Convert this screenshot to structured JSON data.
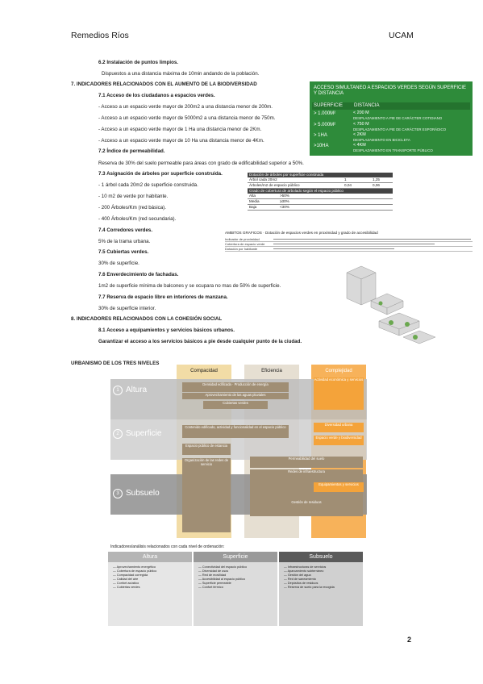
{
  "header": {
    "author": "Remedios Ríos",
    "org": "UCAM"
  },
  "body": {
    "l1": "6.2 Instalación de puntos limpios.",
    "l2": "Dispuestos a una distancia máxima de 10min andando de la población.",
    "l3": "7. INDICADORES RELACIONADOS CON EL AUMENTO DE LA BIODIVERSIDAD",
    "l4": "7.1 Acceso de los ciudadanos a espacios verdes.",
    "l5": "- Acceso a un espacio verde mayor de 200m2 a una distancia menor de 200m.",
    "l6": "- Acceso a un espacio verde mayor de 5000m2 a una distancia menor de 750m.",
    "l7": "- Acceso a un espacio verde mayor de 1 Ha una distancia menor de 2Km.",
    "l8": "- Acceso a un espacio verde mayor de 10 Ha una distancia menor de 4Km.",
    "l9": "7.2 Índice de permeabilidad.",
    "l10": "Reserva de 30% del suelo permeable para áreas con grado de edificabilidad superior a 50%.",
    "l11": "7.3 Asignación de árboles por superficie construida.",
    "l12": "- 1 árbol cada 20m2 de superficie construida.",
    "l13": "- 10 m2 de verde por habitante.",
    "l14": "- 200 Árboles/Km (red básica).",
    "l15": "- 400 Árboles/Km (red secundaria).",
    "l16": "7.4 Corredores verdes.",
    "l17": "5% de la trama urbana.",
    "l18": "7.5 Cubiertas verdes.",
    "l19": "30% de superficie.",
    "l20": "7.6 Enverdecimiento de fachadas.",
    "l21": "1m2 de superficie mínima de balcones y se ocupara no mas de 50% de superficie.",
    "l22": "7.7 Reserva de espacio libre en interiores de manzana.",
    "l23": "30% de superficie interior.",
    "l24": "8. INDICADORES RELACIONADOS CON LA COHESIÓN SOCIAL",
    "l25": "8.1 Acceso a equipamientos y servicios básicos urbanos.",
    "l26": "Garantizar el acceso a los servicios básicos a pie desde cualquier punto de la ciudad.",
    "l27": "URBANISMO DE LOS TRES NIVELES"
  },
  "green_table": {
    "title": "ACCESO SIMULTANEO A ESPACIOS VERDES SEGÚN SUPERFICIE Y DISTANCIA",
    "col1": "SUPERFICIE",
    "col2": "DISTANCIA",
    "rows": [
      {
        "a": "> 1.000M²",
        "d": "< 200 M",
        "e": "DESPLAZAMIENTO A PIE DE CARÁCTER COTIDIANO"
      },
      {
        "a": "> 5.000M²",
        "d": "< 750 M",
        "e": "DESPLAZAMIENTO A PIE DE CARÁCTER ESPORÁDICO"
      },
      {
        "a": "> 1HA",
        "d": "< 2KM",
        "e": "DESPLAZAMIENTO EN BICICLETA"
      },
      {
        "a": ">10HA",
        "d": "< 4KM",
        "e": "DESPLAZAMIENTO EN TRANSPORTE PÚBLICO"
      }
    ]
  },
  "tree_table": {
    "head1": "Dotación de árboles por superficie construida",
    "rows": [
      {
        "a": "Árbol cada 20m2",
        "b": "1",
        "c": "1,25"
      },
      {
        "a": "Árboles/m2 de espacio público",
        "b": "0,04",
        "c": "0,06"
      }
    ],
    "head2": "Grado de cobertura de arbolado según el espacio público",
    "rows2": [
      {
        "a": "Alta",
        "b": ">50%"
      },
      {
        "a": "Media",
        "b": "≥30%"
      },
      {
        "a": "Baja",
        "b": "<30%"
      }
    ]
  },
  "grid_caption": "AMBITOS GRAFICOS · Dotación de espacios verdes en proximidad y grado de accesibilidad",
  "small_rows": [
    "Indicador de proximidad",
    "Cobertura de espacio verde",
    "Dotación por habitante"
  ],
  "diagram": {
    "cols": [
      "Compacidad",
      "Eficiencia",
      "Complejidad"
    ],
    "levels": [
      "Altura",
      "Superficie",
      "Subsuelo"
    ],
    "boxes": {
      "a1": "Densidad edificada · Producción de energía",
      "a2": "Aprovechamiento de las aguas pluviales",
      "a3": "Cubiertas verdes",
      "s1": "Contenido edificado, actividad y funcionalidad en el espacio público",
      "s2": "Espacio público de estancia",
      "s3": "Organización de las redes de servicio",
      "sub1": "Permeabilidad del suelo",
      "sub2": "Redes de infraestructura",
      "sub3": "Gestión de residuos",
      "o1": "Actividad económica y servicios",
      "o2": "Diversidad urbana",
      "o3": "Espacio verde y biodiversidad",
      "o4": "Equipamientos y servicios"
    }
  },
  "indicators_title": "Indicadores/análisis relacionados con cada nivel de ordenación:",
  "indicators": [
    {
      "title": "Altura",
      "items": "— Aprovechamiento energético\n— Cobertura de espacio público\n— Compacidad corregida\n— Calidad del aire\n— Confort acústico\n— Cubiertas verdes"
    },
    {
      "title": "Superficie",
      "items": "— Conectividad del espacio público\n— Diversidad de usos\n— Red de movilidad\n— Accesibilidad al espacio público\n— Superficie permeable\n— Confort térmico"
    },
    {
      "title": "Subsuelo",
      "items": "— Infraestructuras de servicios\n— Aparcamiento subterráneo\n— Gestión del agua\n— Red de saneamiento\n— Depósitos de residuos\n— Reserva de suelo para la recogida"
    }
  ],
  "page_number": "2"
}
